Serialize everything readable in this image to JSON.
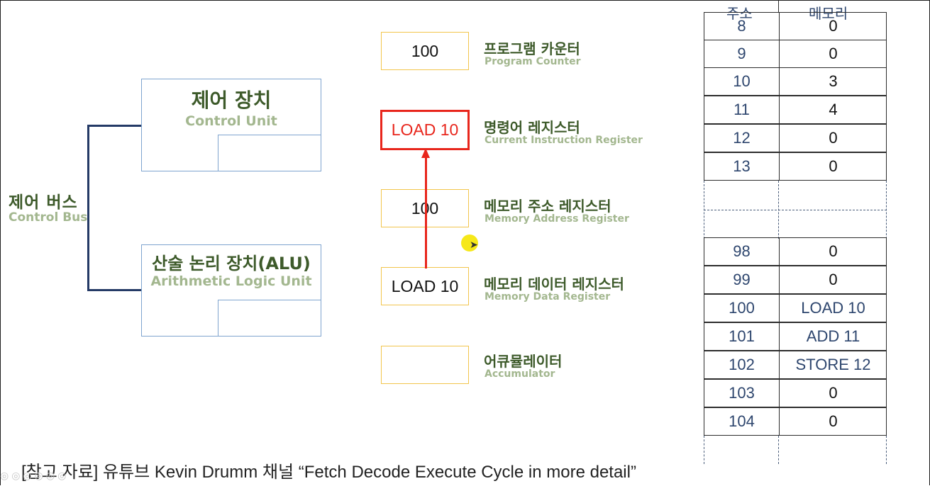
{
  "control_bus": {
    "title_ko": "제어 버스",
    "title_en": "Control Bus"
  },
  "control_unit": {
    "title_ko": "제어 장치",
    "title_en": "Control Unit"
  },
  "alu": {
    "title_ko": "산술 논리 장치(ALU)",
    "title_en": "Arithmetic Logic Unit"
  },
  "registers": [
    {
      "value": "100",
      "name_ko": "프로그램 카운터",
      "name_en": "Program Counter"
    },
    {
      "value": "LOAD 10",
      "name_ko": "명령어 레지스터",
      "name_en": "Current Instruction Register",
      "active": true
    },
    {
      "value": "100",
      "name_ko": "메모리 주소 레지스터",
      "name_en": "Memory Address Register"
    },
    {
      "value": "LOAD 10",
      "name_ko": "메모리 데이터 레지스터",
      "name_en": "Memory Data Register"
    },
    {
      "value": "",
      "name_ko": "어큐뮬레이터",
      "name_en": "Accumulator"
    }
  ],
  "memory": {
    "header_address": "주소",
    "header_memory": "메모리",
    "upper_rows": [
      {
        "address": "8",
        "value": "0"
      },
      {
        "address": "9",
        "value": "0"
      },
      {
        "address": "10",
        "value": "3"
      },
      {
        "address": "11",
        "value": "4"
      },
      {
        "address": "12",
        "value": "0"
      },
      {
        "address": "13",
        "value": "0"
      }
    ],
    "lower_rows": [
      {
        "address": "98",
        "value": "0"
      },
      {
        "address": "99",
        "value": "0"
      },
      {
        "address": "100",
        "value": "LOAD 10"
      },
      {
        "address": "101",
        "value": "ADD 11"
      },
      {
        "address": "102",
        "value": "STORE 12"
      },
      {
        "address": "103",
        "value": "0"
      },
      {
        "address": "104",
        "value": "0"
      }
    ]
  },
  "caption": "[참고 자료] 유튜브 Kevin Drumm 채널 “Fetch Decode Execute Cycle in more detail”",
  "colors": {
    "accent_red": "#e8261c",
    "register_border": "#f2c54c",
    "unit_border": "#7ea4cf",
    "title_green": "#3d5a2a",
    "subtitle_green": "#a3b78f"
  }
}
